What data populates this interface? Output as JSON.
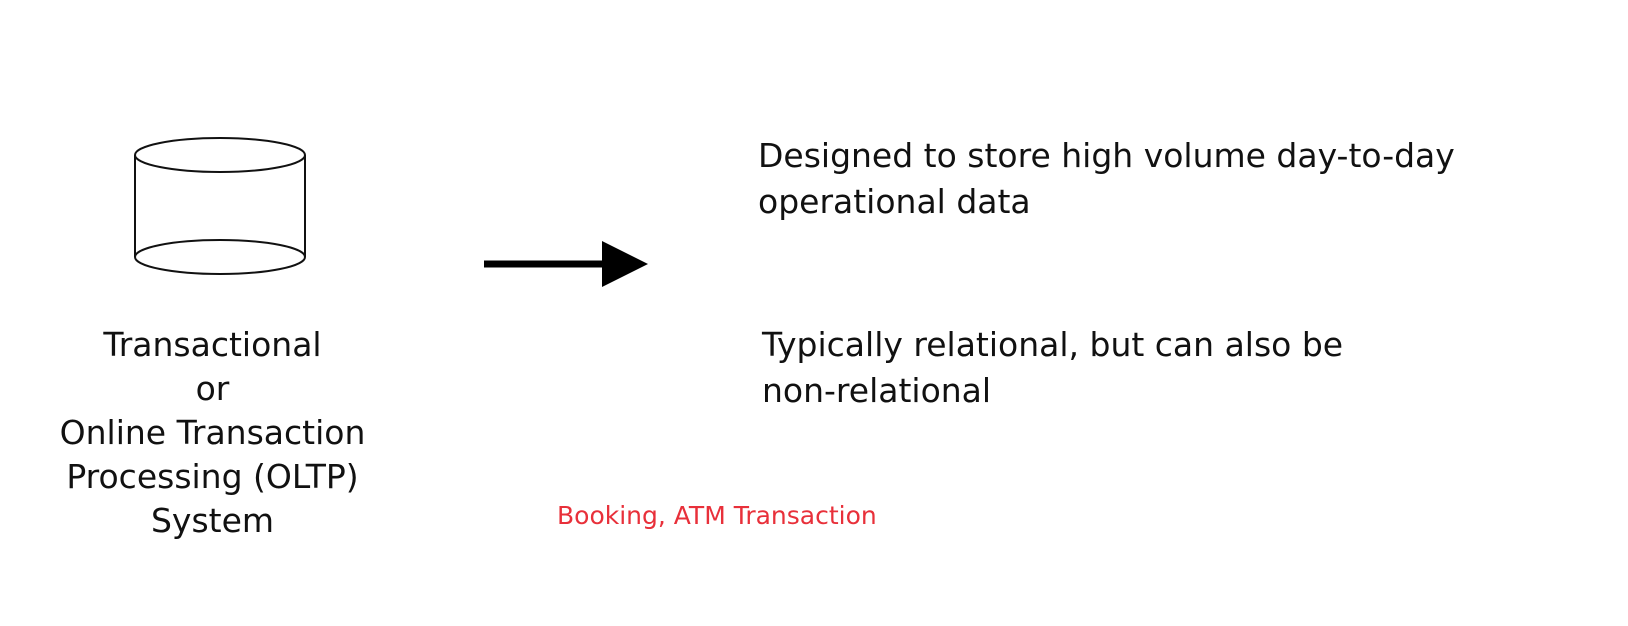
{
  "system": {
    "lines": [
      "Transactional",
      "or",
      "Online Transaction",
      "Processing (OLTP)",
      "System"
    ],
    "icon": "database-cylinder-icon"
  },
  "arrow": {
    "icon": "right-arrow-icon"
  },
  "descriptions": [
    [
      "Designed to store high volume day-to-day",
      "operational data"
    ],
    [
      "Typically relational, but can also be",
      "non-relational"
    ]
  ],
  "example": {
    "text": "Booking, ATM Transaction",
    "color": "#e8303a"
  }
}
